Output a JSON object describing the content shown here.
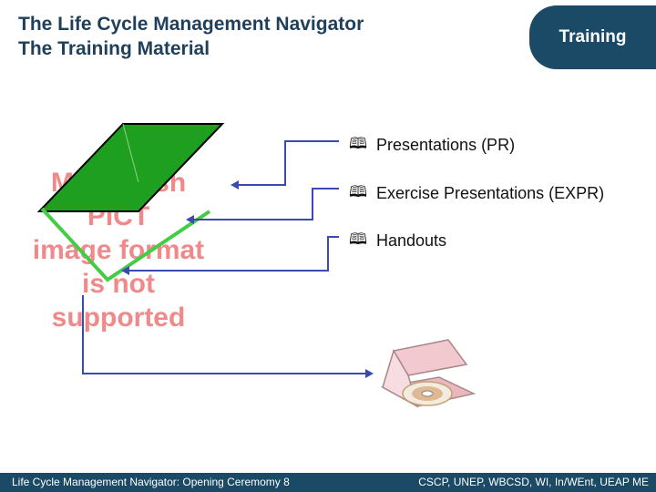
{
  "header": {
    "title_line1": "The Life Cycle Management Navigator",
    "title_line2": "The Training Material",
    "tab_label": "Training"
  },
  "placeholder": {
    "line1": "Macintosh PICT",
    "line2": "image format",
    "line3": "is not supported"
  },
  "items": [
    {
      "icon": "book-icon",
      "label": "Presentations (PR)"
    },
    {
      "icon": "book-icon",
      "label": "Exercise Presentations (EXPR)"
    },
    {
      "icon": "book-icon",
      "label": "Handouts"
    }
  ],
  "footer": {
    "left": "Life Cycle Management Navigator: Opening  Ceremomy 8",
    "right": "CSCP, UNEP, WBCSD, WI, In/WEnt, UEAP ME"
  },
  "colors": {
    "accent": "#1a4a66",
    "title": "#1f3f5a",
    "green": "#1f9f1f",
    "connector": "#3a4bb0"
  }
}
